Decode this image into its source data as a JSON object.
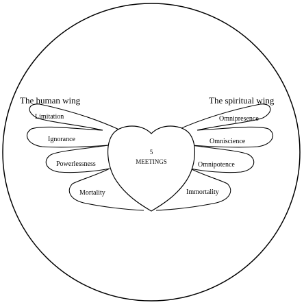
{
  "left_wing": {
    "title": "The human wing",
    "items": [
      "Limitation",
      "Ignorance",
      "Powerlessness",
      "Mortality"
    ]
  },
  "right_wing": {
    "title": "The spiritual wing",
    "items": [
      "Omnipresence",
      "Omniscience",
      "Omnipotence",
      "Immortality"
    ]
  },
  "heart": {
    "number": "5",
    "label": "MEETINGS"
  }
}
